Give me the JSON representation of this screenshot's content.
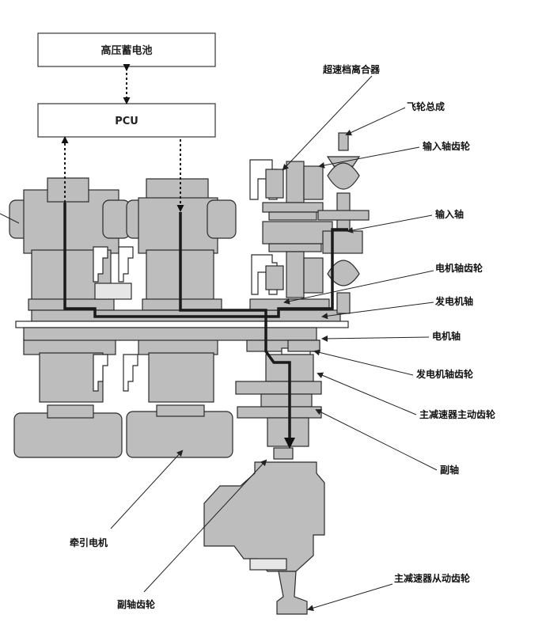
{
  "boxes": {
    "battery": "高压蓄电池",
    "pcu": "PCU"
  },
  "labels": {
    "overdrive_clutch": "超速档离合器",
    "flywheel": "飞轮总成",
    "input_gear": "输入轴齿轮",
    "input_shaft": "输入轴",
    "motor_shaft_gear": "电机轴齿轮",
    "generator_shaft": "发电机轴",
    "motor_shaft": "电机轴",
    "generator_shaft_gear": "发电机轴齿轮",
    "final_drive_gear": "主减速器主动齿轮",
    "countershaft": "副轴",
    "traction_motor": "牵引电机",
    "countershaft_gear": "副轴齿轮",
    "final_driven_gear": "主减速器从动齿轮"
  }
}
